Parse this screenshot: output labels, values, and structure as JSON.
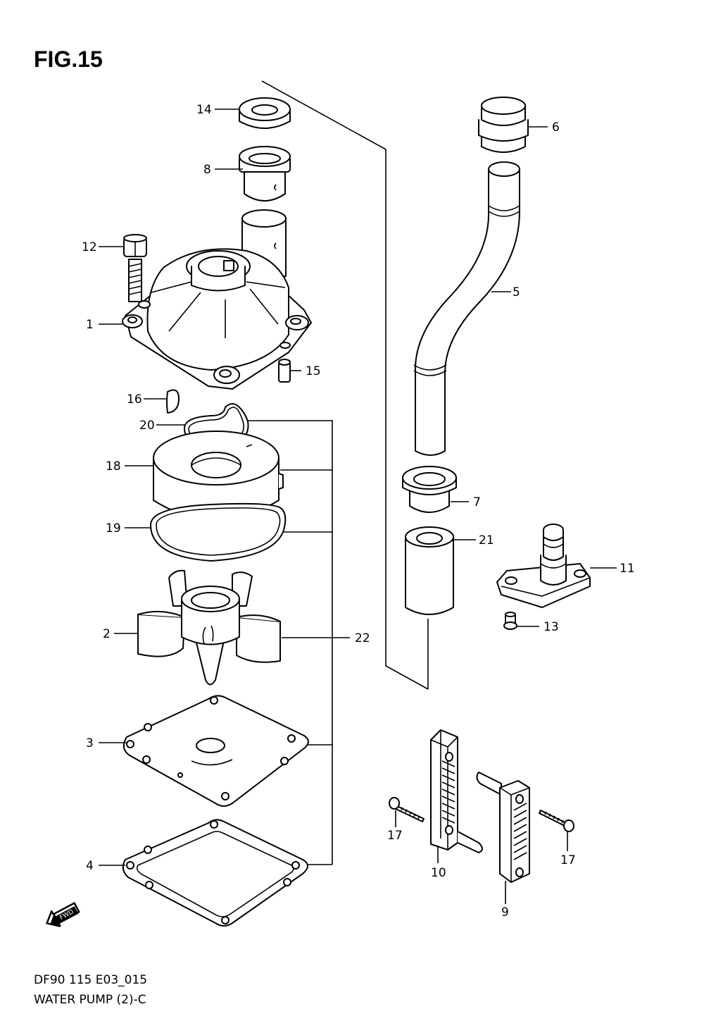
{
  "figure": {
    "title": "FIG.15"
  },
  "footer": {
    "model_code": "DF90 115 E03_015",
    "section_name": "WATER PUMP (2)-C"
  },
  "fwd_label": "FWD",
  "callouts": {
    "c1": "1",
    "c2": "2",
    "c3": "3",
    "c4": "4",
    "c5": "5",
    "c6": "6",
    "c7": "7",
    "c8": "8",
    "c9": "9",
    "c10": "10",
    "c11": "11",
    "c12": "12",
    "c13": "13",
    "c14": "14",
    "c15": "15",
    "c16": "16",
    "c17a": "17",
    "c17b": "17",
    "c18": "18",
    "c19": "19",
    "c20": "20",
    "c21": "21",
    "c22": "22"
  }
}
